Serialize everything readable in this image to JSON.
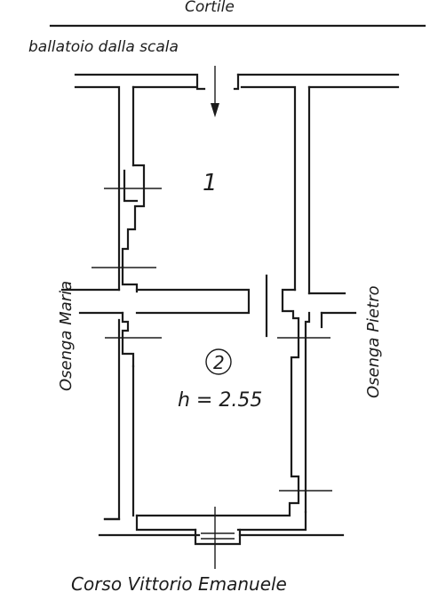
{
  "labels": {
    "top_street": "Cortile",
    "entrance": "ballatoio dalla scala",
    "bottom_street": "Corso Vittorio Emanuele",
    "left_owner": "Osenga Maria",
    "right_owner": "Osenga Pietro",
    "room_1": "1",
    "room_2": "2",
    "height": "h = 2.55"
  },
  "colors": {
    "ink": "#1b1b1b",
    "paper": "#ffffff"
  }
}
